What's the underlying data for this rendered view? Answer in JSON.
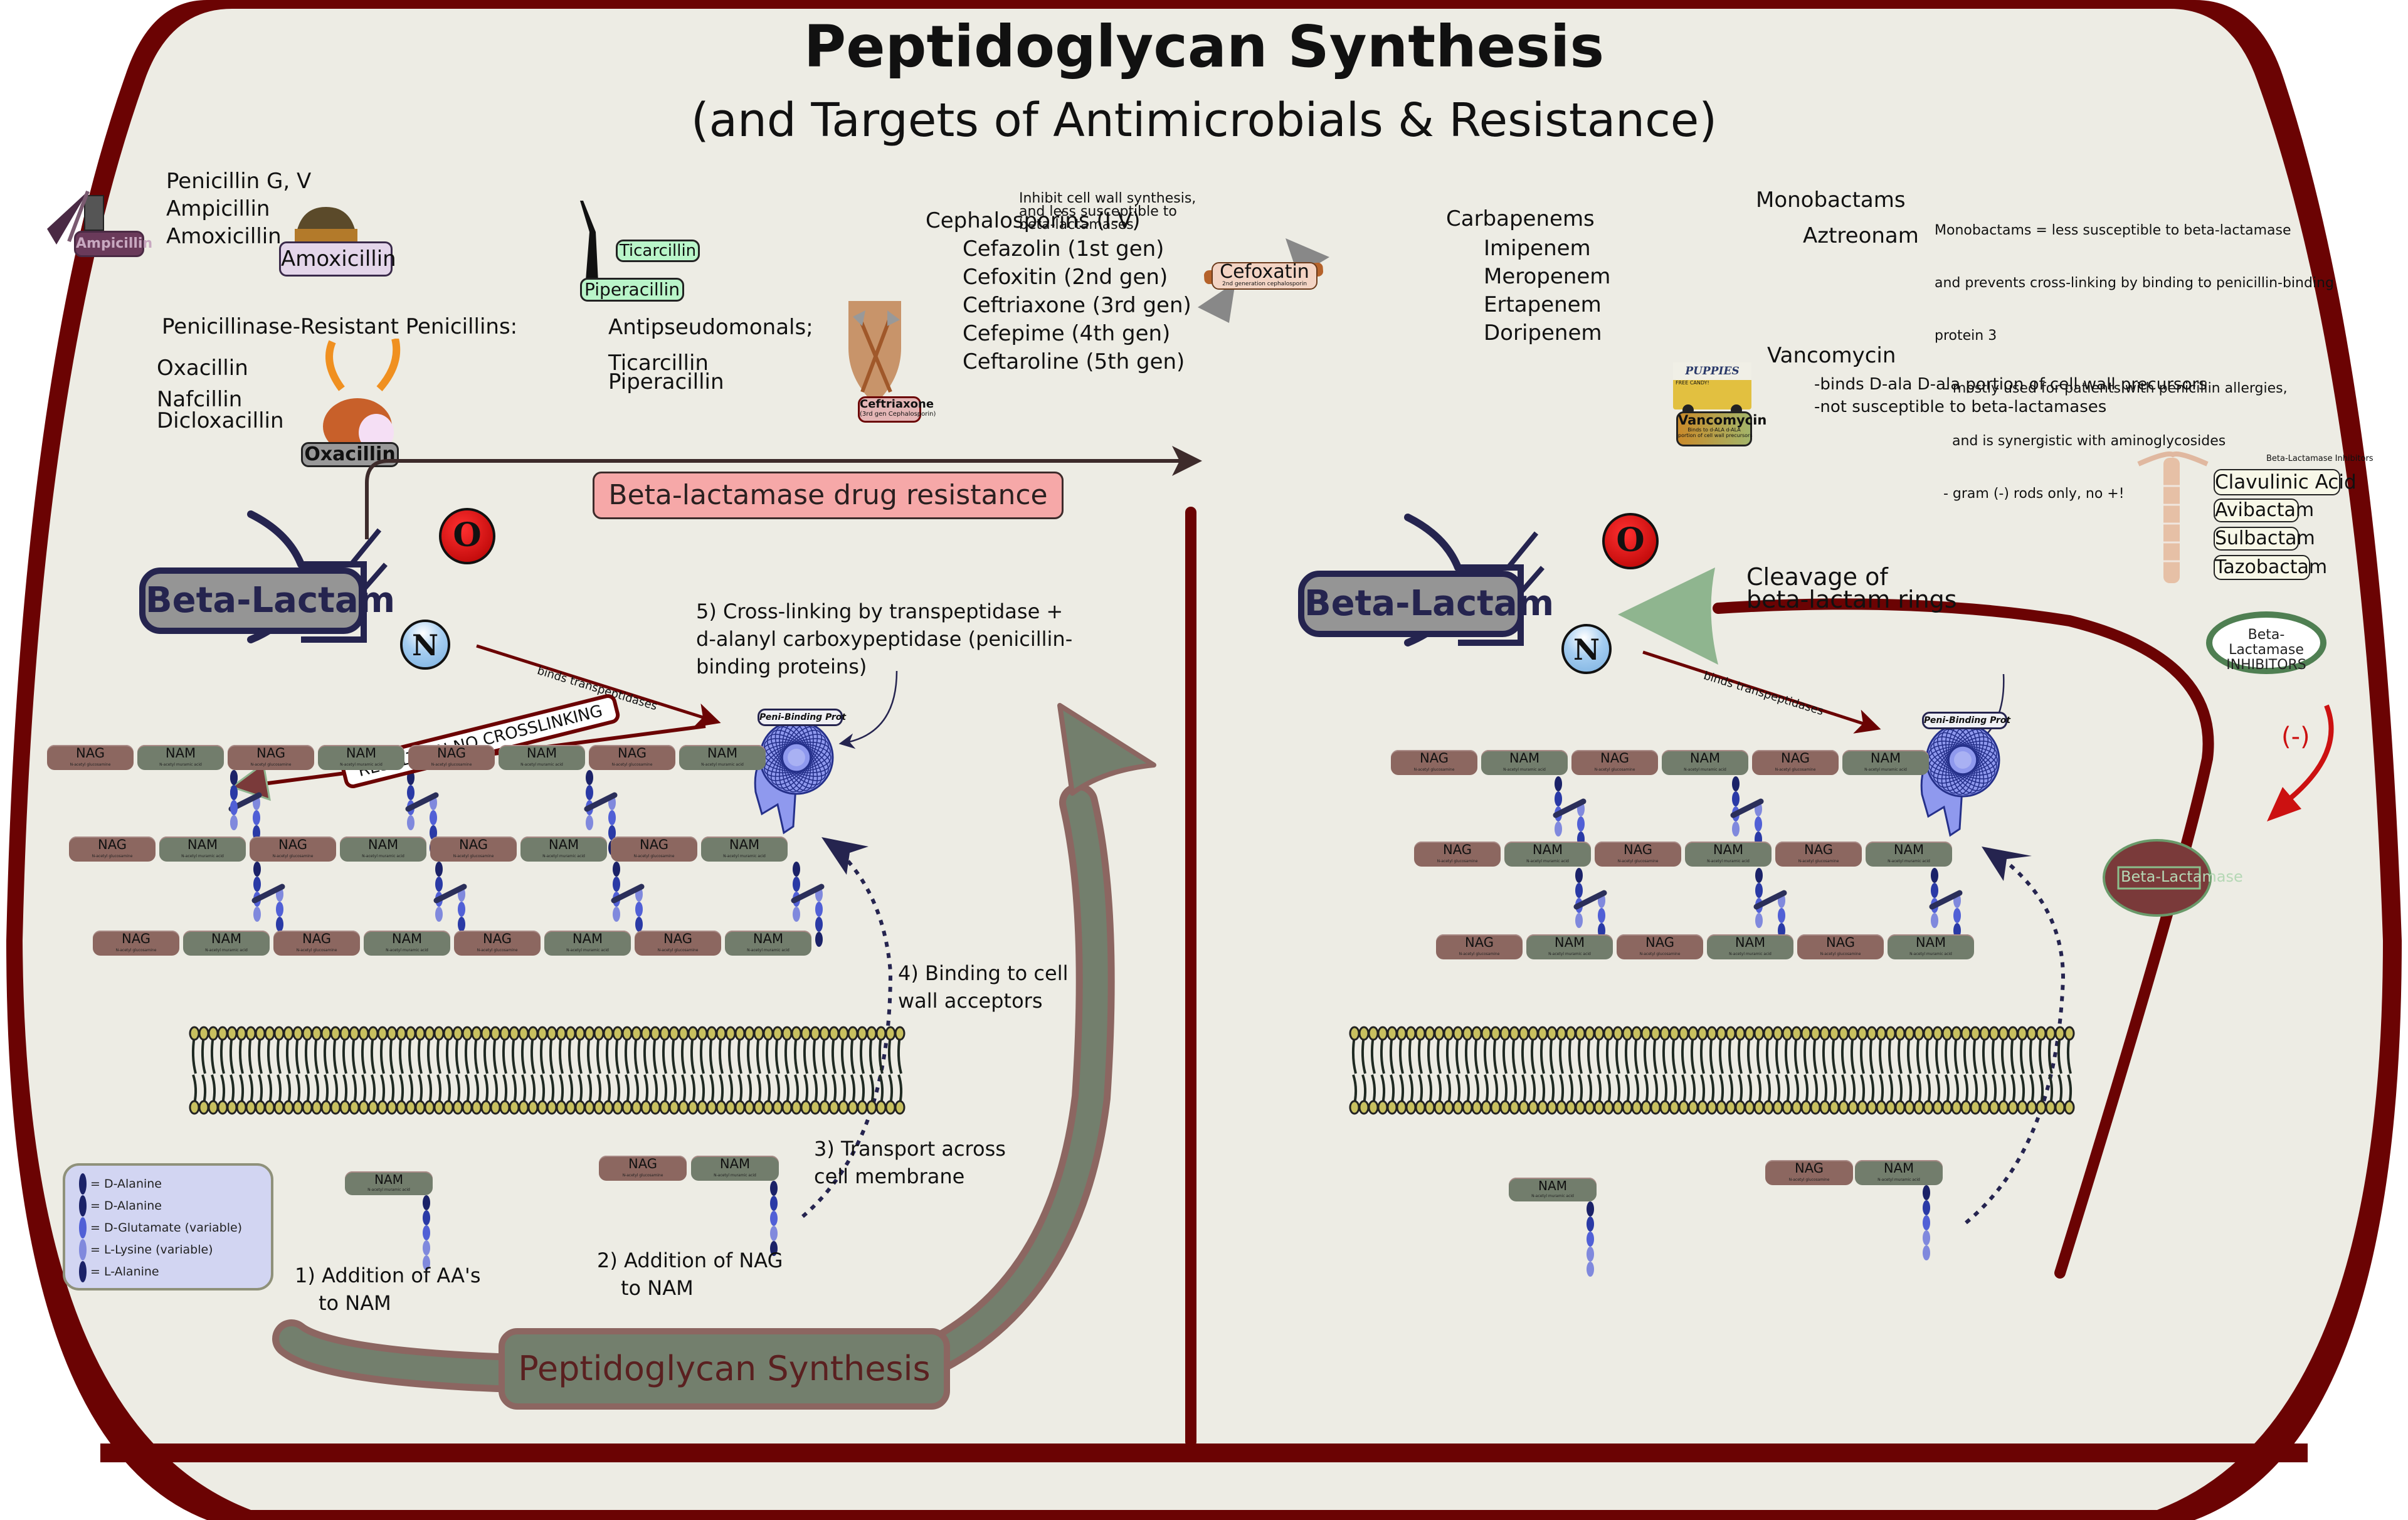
{
  "header": {
    "title": "Peptidoglycan Synthesis",
    "subtitle": "(and Targets of Antimicrobials & Resistance)"
  },
  "colors": {
    "frame": "#6b0303",
    "background": "#edece4",
    "nag": "#8c6760",
    "nam": "#727d6c",
    "beta_lactam_box": "#959595",
    "beta_lactam_outline": "#25244f",
    "oxygen": "#d40000",
    "nitrogen": "#a5cdf0",
    "resistance_box": "#f6a8a8",
    "cleavage_arrow": "#8fb58f",
    "inhibition_arrow": "#cc1111",
    "legend_bg": "#d2d5f2",
    "amino_dark": "#1b2268",
    "amino_mid": "#2a3aa6",
    "amino_glu": "#5160d6",
    "amino_lys": "#8089dd",
    "membrane_head": "#c8c060",
    "synthesis_arrow": "#737f6d",
    "synthesis_arrow_edge": "#8c6661"
  },
  "penicillins": {
    "list": [
      "Penicillin G, V",
      "Ampicillin",
      "Amoxicillin"
    ],
    "labels": {
      "ampicillin": "Ampicillin",
      "amoxicillin": "Amoxicillin"
    }
  },
  "penicillinase_resistant": {
    "heading": "Penicillinase-Resistant Penicillins:",
    "list": [
      "Oxacillin",
      "Nafcillin",
      "Dicloxacillin"
    ],
    "label": "Oxacillin"
  },
  "antipseudomonals": {
    "heading": "Antipseudomonals;",
    "list": [
      "Ticarcillin",
      "Piperacillin"
    ],
    "labels": {
      "ticarcillin": "Ticarcillin",
      "piperacillin": "Piperacillin"
    }
  },
  "cephalosporins": {
    "heading": "Cephalosporins (I-V)",
    "list": [
      "Cefazolin (1st gen)",
      "Cefoxitin (2nd gen)",
      "Ceftriaxone (3rd gen)",
      "Cefepime (4th gen)",
      "Ceftaroline (5th gen)"
    ],
    "note": [
      "Inhibit cell wall synthesis,",
      "and less susceptible to",
      "beta-lactamases"
    ],
    "ceftriaxone_label": "Ceftriaxone",
    "ceftriaxone_sub": "(3rd gen Cephalosporin)",
    "cefoxatin_label": "Cefoxatin",
    "cefoxatin_sub": "2nd generation cephalosporin"
  },
  "carbapenems": {
    "heading": "Carbapenems",
    "list": [
      "Imipenem",
      "Meropenem",
      "Ertapenem",
      "Doripenem"
    ]
  },
  "monobactams": {
    "heading": "Monobactams",
    "drug": "Aztreonam",
    "notes": [
      "Monobactams = less susceptible to beta-lactamase",
      "and prevents cross-linking by binding to penicillin-binding",
      "protein 3",
      "  - mostly used for patients with penicillin allergies,",
      "    and is synergistic with aminoglycosides",
      "  - gram (-) rods only, no +!"
    ]
  },
  "vancomycin": {
    "heading": "Vancomycin",
    "notes": [
      "-binds D-ala D-ala portion of cell wall precursors",
      "-not susceptible to beta-lactamases"
    ],
    "van_sign": "PUPPIES",
    "van_side": "FREE CANDY!",
    "label": "Vancomycin",
    "label_sub": [
      "Binds to d-ALA d-ALA",
      "portion of cell wall precursors"
    ]
  },
  "inhibitors": {
    "caption": "Beta-Lactamase Inhibitors",
    "list": [
      "Clavulinic Acid",
      "Avibactam",
      "Sulbactam",
      "Tazobactam"
    ],
    "wreath_label": [
      "Beta-Lactamase",
      "INHIBITORS"
    ],
    "inhibit_symbol": "(-)",
    "enzyme_label": "Beta-Lactamase"
  },
  "left_panel": {
    "resistance_label": "Beta-lactamase drug resistance",
    "beta_lactam": "Beta-Lactam",
    "oxygen": "O",
    "nitrogen": "N",
    "binds_label": "binds transpeptidases",
    "no_crosslink": "RESULTS IN NO CROSSLINKING",
    "pbp_label": "Peni-Binding Prot",
    "step5": [
      "5) Cross-linking by transpeptidase +",
      "d-alanyl carboxypeptidase (penicillin-",
      "binding proteins)"
    ],
    "step4": [
      "4) Binding to cell",
      "wall acceptors"
    ],
    "step3": [
      "3) Transport across",
      "cell membrane"
    ],
    "step2": [
      "2) Addition of NAG",
      "to NAM"
    ],
    "step1": [
      "1) Addition of AA's",
      "to NAM"
    ],
    "synthesis_label": "Peptidoglycan Synthesis"
  },
  "right_panel": {
    "beta_lactam": "Beta-Lactam",
    "oxygen": "O",
    "nitrogen": "N",
    "cleavage": [
      "Cleavage of",
      "beta-lactam rings"
    ],
    "binds_label": "binds transpeptidases",
    "pbp_label": "Peni-Binding Prot"
  },
  "sugars": {
    "nag": "NAG",
    "nag_sub": "N-acetyl glucosamine",
    "nam": "NAM",
    "nam_sub": "N-acetyl muramic acid"
  },
  "legend": {
    "items": [
      {
        "label": "= D-Alanine",
        "color": "#1b2268"
      },
      {
        "label": "= D-Alanine",
        "color": "#1b2268"
      },
      {
        "label": "= D-Glutamate (variable)",
        "color": "#5160d6"
      },
      {
        "label": "= L-Lysine (variable)",
        "color": "#8089dd"
      },
      {
        "label": "= L-Alanine",
        "color": "#1b2268"
      }
    ]
  }
}
